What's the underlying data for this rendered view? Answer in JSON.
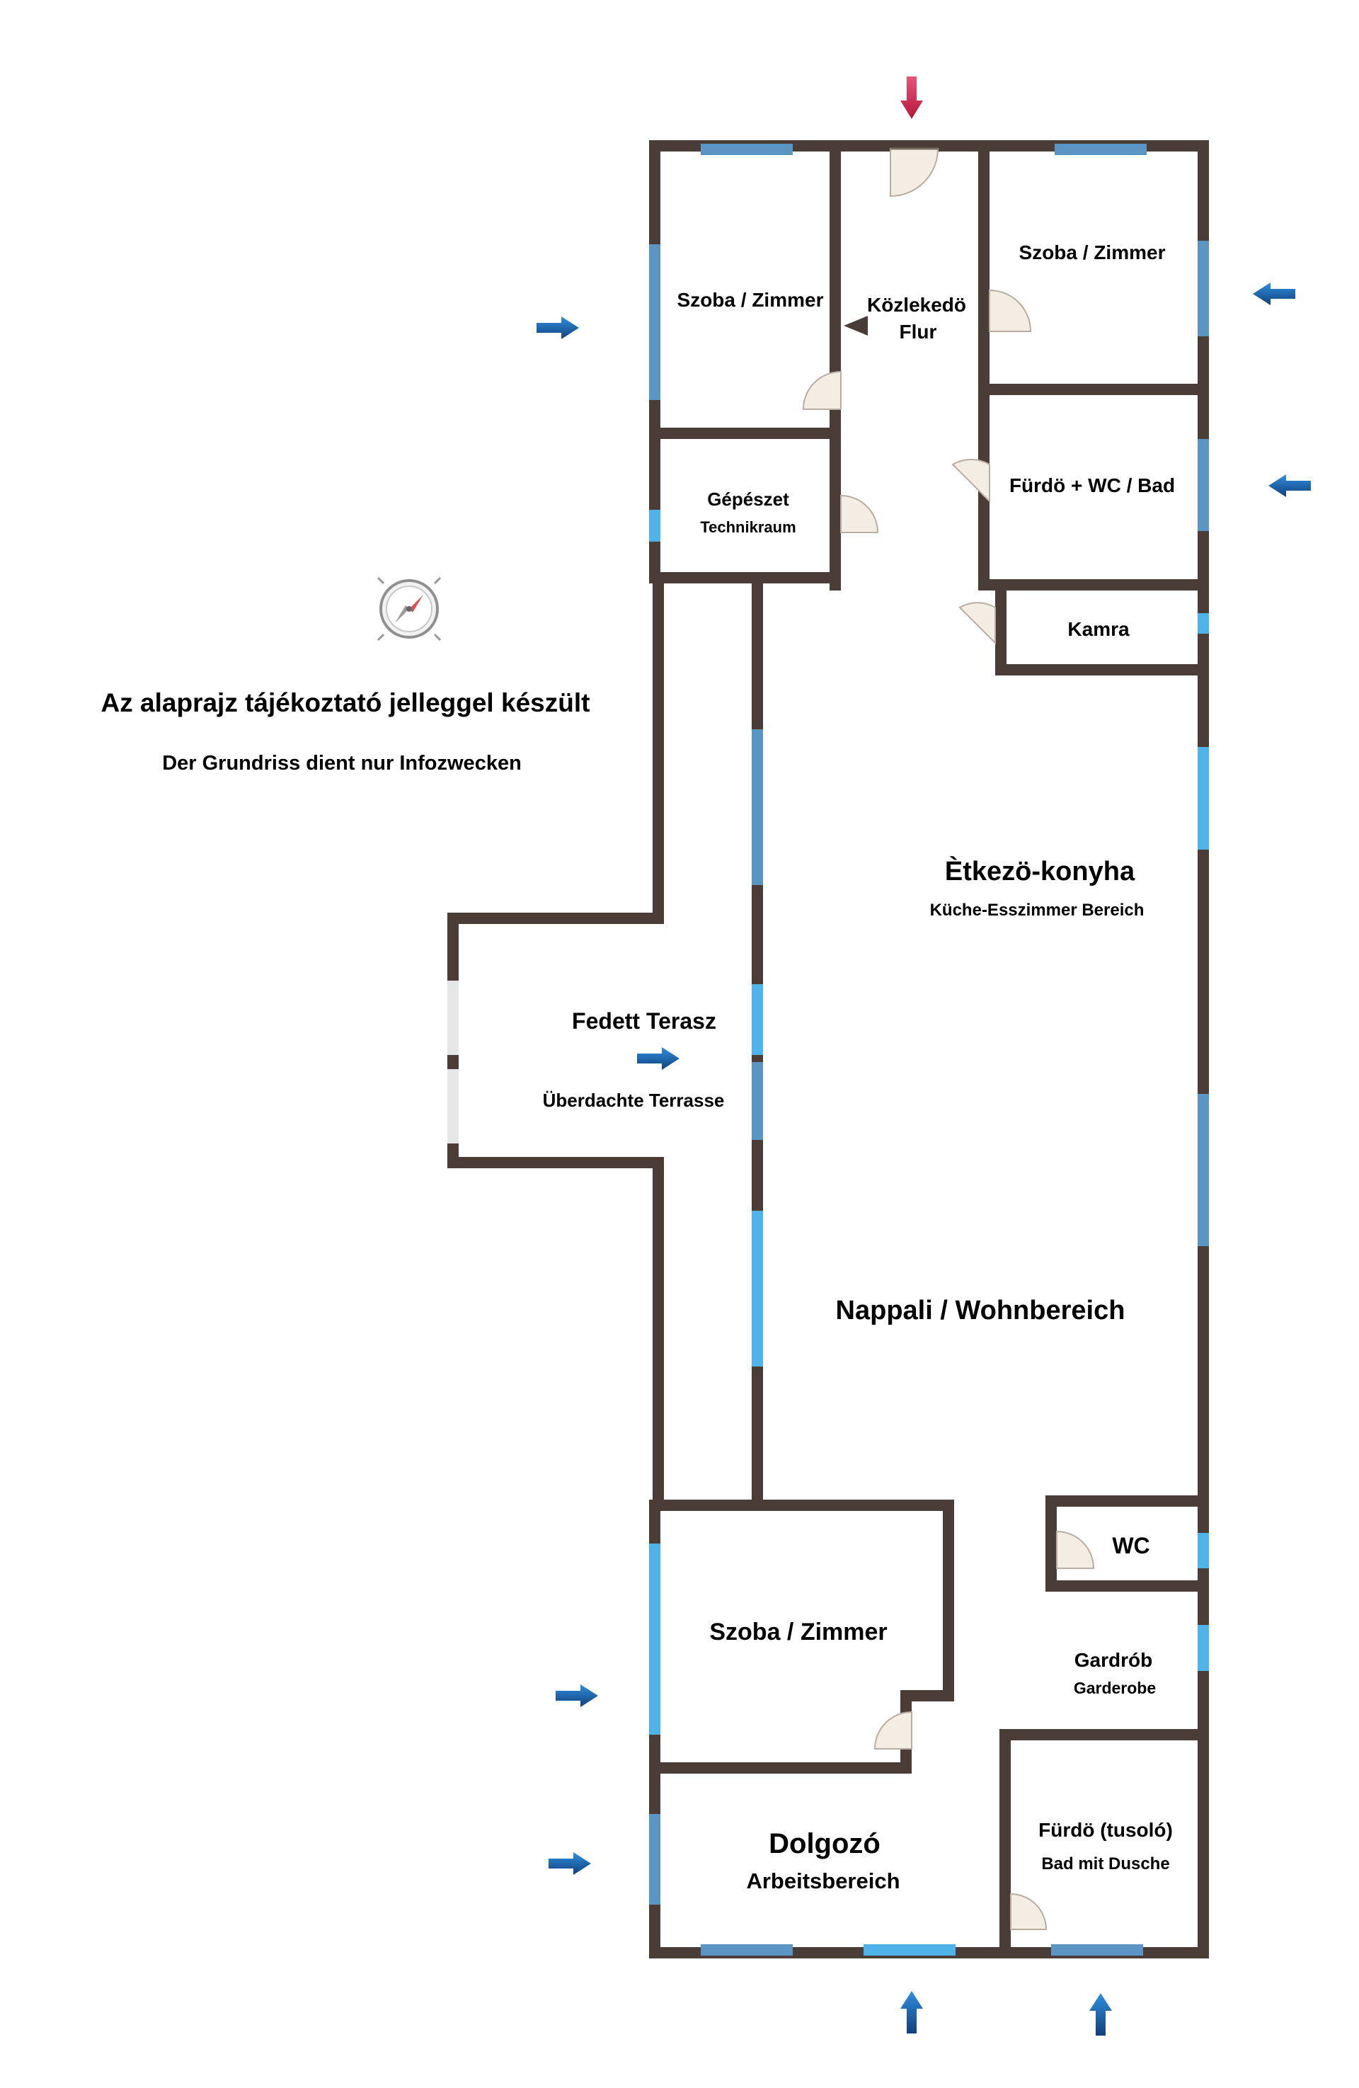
{
  "notes": {
    "title": "Az alaprajz tájékoztató jelleggel készült",
    "subtitle": "Der Grundriss dient nur Infozwecken"
  },
  "rooms": {
    "szoba_nw": "Szoba / Zimmer",
    "kozlekedo": "Közlekedö",
    "flur": "Flur",
    "szoba_ne": "Szoba / Zimmer",
    "furdo_wc": "Fürdö + WC / Bad",
    "gepeszet": "Gépészet",
    "technikraum": "Technikraum",
    "kamra": "Kamra",
    "etkezo": "Ètkezö-konyha",
    "kuche": "Küche-Esszimmer Bereich",
    "terasz": "Fedett Terasz",
    "terrasse": "Überdachte Terrasse",
    "nappali": "Nappali  / Wohnbereich",
    "wc": "WC",
    "szoba_sw": "Szoba / Zimmer",
    "gardrob": "Gardrób",
    "garderobe": "Garderobe",
    "dolgozo": "Dolgozó",
    "arbeitsbereich": "Arbeitsbereich",
    "furdo_tus": "Fürdö (tusoló)",
    "bad_dusche": "Bad mit Dusche"
  },
  "colors": {
    "wall": "#4a3d38",
    "window": "#5b95c4",
    "window_light": "#4fb3ea",
    "entrance_arrow": "#cc2e4c",
    "view_arrow": "#1f5f9e"
  },
  "icons": {
    "compass": "compass-icon",
    "entrance": "entrance-arrow-icon",
    "view": "view-direction-arrow-icon"
  }
}
